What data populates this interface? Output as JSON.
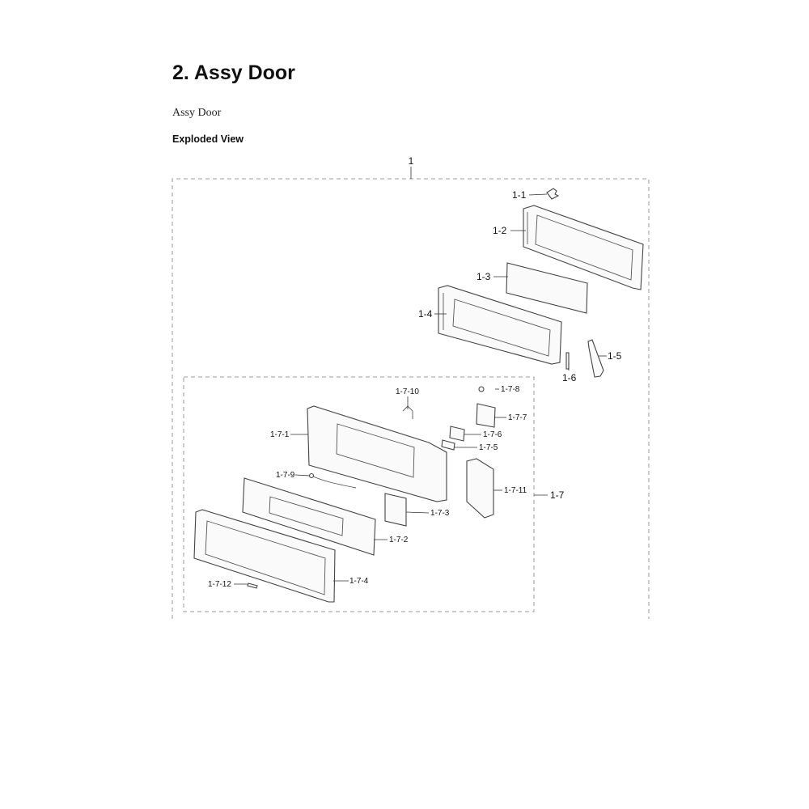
{
  "page": {
    "title": "2.  Assy Door",
    "subtitle": "Assy Door",
    "section": "Exploded View"
  },
  "diagram": {
    "assembly_label": "1",
    "sub_assembly_label": "1-7",
    "callouts": [
      "1-1",
      "1-2",
      "1-3",
      "1-4",
      "1-5",
      "1-6",
      "1-7-1",
      "1-7-2",
      "1-7-3",
      "1-7-4",
      "1-7-5",
      "1-7-6",
      "1-7-7",
      "1-7-8",
      "1-7-9",
      "1-7-10",
      "1-7-11",
      "1-7-12"
    ]
  }
}
